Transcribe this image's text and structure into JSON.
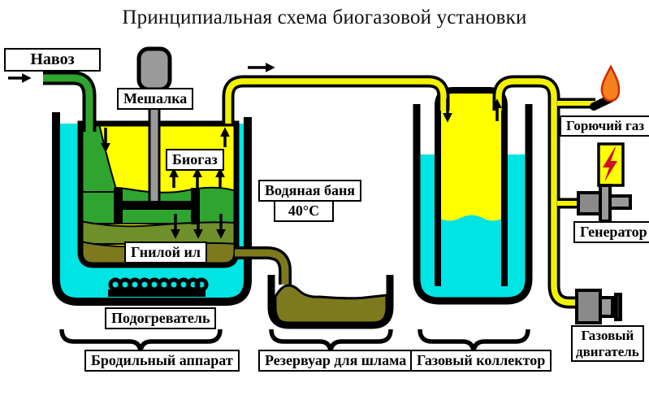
{
  "title": "Принципиальная схема биогазовой установки",
  "labels": {
    "manure": "Навоз",
    "mixer": "Мешалка",
    "biogas": "Биогаз",
    "water_bath": "Водяная баня",
    "water_bath_temp": "40°C",
    "rotten_sludge": "Гнилой ил",
    "heater": "Подогреватель",
    "fermenter": "Бродильный аппарат",
    "sludge_reservoir": "Резервуар для шлама",
    "gas_collector": "Газовый коллектор",
    "combustible_gas": "Горючий газ",
    "generator": "Генератор",
    "gas_engine_line1": "Газовый",
    "gas_engine_line2": "двигатель"
  },
  "colors": {
    "water_cyan": "#00E4E4",
    "gas_yellow": "#FFFF00",
    "pipe_yellow": "#F2F200",
    "fresh_green": "#2FA52F",
    "mid_green": "#6F8F2A",
    "sludge_olive": "#7D7A1E",
    "metal_gray": "#9A9A9A",
    "metal_gray_dark": "#8A8A8A",
    "flame_orange": "#F5821F",
    "flame_outline": "#D42A00",
    "hazard_red": "#CF1020",
    "outline_black": "#000000"
  }
}
